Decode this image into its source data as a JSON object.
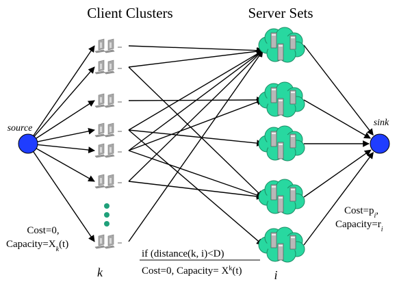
{
  "titles": {
    "clients": "Client Clusters",
    "servers": "Server Sets"
  },
  "nodes": {
    "source": "source",
    "sink": "sink"
  },
  "left_edge_label": {
    "line1": "Cost=0,",
    "line2_prefix": "Capacity=X",
    "line2_sub": "k",
    "line2_suffix": "(t)"
  },
  "right_edge_label": {
    "cost_prefix": "Cost=p",
    "cost_sub": "i",
    "cost_suffix": ",",
    "cap_prefix": "Capacity=r",
    "cap_sub": "i"
  },
  "bottom_edge_label": {
    "condition": "if (distance(k, i)<D)",
    "cost_prefix": "Cost=0, Capacity= X",
    "cost_sup": "k",
    "cost_suffix": "(t)"
  },
  "index_labels": {
    "client": "k",
    "server": "i"
  },
  "colors": {
    "node_fill": "#1f3dff",
    "cloud_fill": "#28d8a0",
    "server_box": "#b8b8b8",
    "computer": "#a8a8a8",
    "dots": "#1fa07a"
  },
  "icons": {
    "client": "computer-cluster-icon",
    "server": "server-cloud-icon",
    "ellipsis": "vertical-dots-icon"
  }
}
